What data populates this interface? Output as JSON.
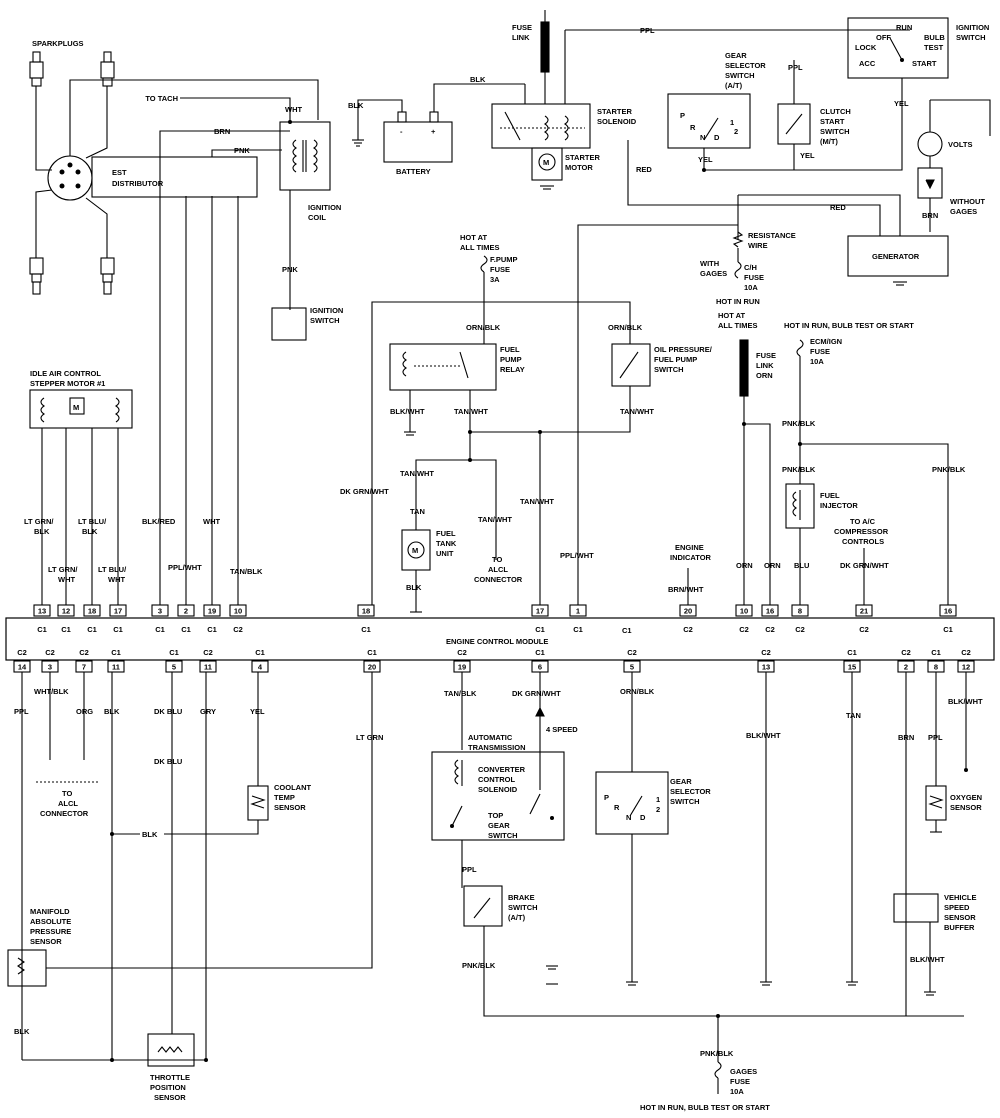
{
  "labels": {
    "sparkplugs": "SPARKPLUGS",
    "to_tach": "TO TACH",
    "wht": "WHT",
    "brn": "BRN",
    "pnk": "PNK",
    "est1": "EST",
    "est2": "DISTRIBUTOR",
    "ign_coil1": "IGNITION",
    "ign_coil2": "COIL",
    "ign_sw_l1": "IGNITION",
    "ign_sw_l2": "SWITCH",
    "blk": "BLK",
    "battery": "BATTERY",
    "fuse_link1": "FUSE",
    "fuse_link2": "LINK",
    "starter_sol1": "STARTER",
    "starter_sol2": "SOLENOID",
    "starter_motor1": "STARTER",
    "starter_motor2": "MOTOR",
    "ppl": "PPL",
    "gear_sel1": "GEAR",
    "gear_sel2": "SELECTOR",
    "gear_sel3": "SWITCH",
    "gear_sel4": "(A/T)",
    "clutch1": "CLUTCH",
    "clutch2": "START",
    "clutch3": "SWITCH",
    "clutch4": "(M/T)",
    "ign_switch1": "IGNITION",
    "ign_switch2": "SWITCH",
    "sw_off": "OFF",
    "sw_run": "RUN",
    "sw_bulb": "BULB",
    "sw_test": "TEST",
    "sw_lock": "LOCK",
    "sw_acc": "ACC",
    "sw_start": "START",
    "yel": "YEL",
    "red": "RED",
    "volts": "VOLTS",
    "without1": "WITHOUT",
    "without2": "GAGES",
    "generator": "GENERATOR",
    "hot_all1": "HOT AT",
    "hot_all2": "ALL TIMES",
    "fpump1": "F.PUMP",
    "fpump2": "FUSE",
    "fpump3": "3A",
    "resist1": "RESISTANCE",
    "resist2": "WIRE",
    "with1": "WITH",
    "with2": "GAGES",
    "ch1": "C/H",
    "ch2": "FUSE",
    "ch3": "10A",
    "hot_run": "HOT IN RUN",
    "orn_blk": "ORN/BLK",
    "fp_relay1": "FUEL",
    "fp_relay2": "PUMP",
    "fp_relay3": "RELAY",
    "oilp1": "OIL PRESSURE/",
    "oilp2": "FUEL PUMP",
    "oilp3": "SWITCH",
    "blk_wht": "BLK/WHT",
    "tan_wht": "TAN/WHT",
    "hot_at2_1": "HOT AT",
    "hot_at2_2": "ALL TIMES",
    "fl1": "FUSE",
    "fl2": "LINK",
    "fl3": "ORN",
    "hot_run_bulb": "HOT IN RUN, BULB TEST OR START",
    "ecm_fuse1": "ECM/IGN",
    "ecm_fuse2": "FUSE",
    "ecm_fuse3": "10A",
    "pnk_blk": "PNK/BLK",
    "iac1": "IDLE AIR CONTROL",
    "iac2": "STEPPER MOTOR #1",
    "dk_grn_wht": "DK GRN/WHT",
    "tan": "TAN",
    "fuel_tank1": "FUEL",
    "fuel_tank2": "TANK",
    "fuel_tank3": "UNIT",
    "to_alcl_1": "TO",
    "to_alcl_2": "ALCL",
    "to_alcl_3": "CONNECTOR",
    "fuel_inj1": "FUEL",
    "fuel_inj2": "INJECTOR",
    "ac1": "TO A/C",
    "ac2": "COMPRESSOR",
    "ac3": "CONTROLS",
    "eng_ind1": "ENGINE",
    "eng_ind2": "INDICATOR",
    "brn_wht": "BRN/WHT",
    "ppl_wht": "PPL/WHT",
    "orn": "ORN",
    "blu": "BLU",
    "lt_grn_blk1": "LT GRN/",
    "lt_grn_blk2": "BLK",
    "lt_grn_wht1": "LT GRN/",
    "lt_grn_wht2": "WHT",
    "lt_blu_blk1": "LT BLU/",
    "lt_blu_blk2": "BLK",
    "lt_blu_wht1": "LT BLU/",
    "lt_blu_wht2": "WHT",
    "blk_red": "BLK/RED",
    "tan_blk": "TAN/BLK",
    "ecm": "ENGINE CONTROL MODULE",
    "wht_blk": "WHT/BLK",
    "org": "ORG",
    "dk_blu": "DK BLU",
    "gry": "GRY",
    "lt_grn": "LT GRN",
    "four_speed": "4 SPEED",
    "auto_trans1": "AUTOMATIC",
    "auto_trans2": "TRANSMISSION",
    "ccs1": "CONVERTER",
    "ccs2": "CONTROL",
    "ccs3": "SOLENOID",
    "topgear1": "TOP",
    "topgear2": "GEAR",
    "topgear3": "SWITCH",
    "gsel2_1": "GEAR",
    "gsel2_2": "SELECTOR",
    "gsel2_3": "SWITCH",
    "coolant1": "COOLANT",
    "coolant2": "TEMP",
    "coolant3": "SENSOR",
    "oxy1": "OXYGEN",
    "oxy2": "SENSOR",
    "map1": "MANIFOLD",
    "map2": "ABSOLUTE",
    "map3": "PRESSURE",
    "map4": "SENSOR",
    "brake1": "BRAKE",
    "brake2": "SWITCH",
    "brake3": "(A/T)",
    "vss1": "VEHICLE",
    "vss2": "SPEED",
    "vss3": "SENSOR",
    "vss4": "BUFFER",
    "tps1": "THROTTLE",
    "tps2": "POSITION",
    "tps3": "SENSOR",
    "gages1": "GAGES",
    "gages2": "FUSE",
    "gages3": "10A",
    "bottom_hot": "HOT IN RUN, BULB TEST OR START",
    "P": "P",
    "R": "R",
    "N": "N",
    "D": "D",
    "one": "1",
    "two": "2",
    "M": "M",
    "minus": "-",
    "plus": "+"
  },
  "ecm_top": [
    {
      "pin": "13",
      "conn": "C1"
    },
    {
      "pin": "12",
      "conn": "C1"
    },
    {
      "pin": "18",
      "conn": "C1"
    },
    {
      "pin": "17",
      "conn": "C1"
    },
    {
      "pin": "3",
      "conn": "C1"
    },
    {
      "pin": "2",
      "conn": "C1"
    },
    {
      "pin": "19",
      "conn": "C1"
    },
    {
      "pin": "10",
      "conn": "C2"
    },
    {
      "pin": "18",
      "conn": "C1"
    },
    {
      "pin": "17",
      "conn": "C1"
    },
    {
      "pin": "1",
      "conn": "C1"
    },
    {
      "pin": "20",
      "conn": "C2"
    },
    {
      "pin": "10",
      "conn": "C2"
    },
    {
      "pin": "16",
      "conn": "C2"
    },
    {
      "pin": "8",
      "conn": "C2"
    },
    {
      "pin": "21",
      "conn": "C2"
    },
    {
      "pin": "16",
      "conn": "C1"
    }
  ],
  "ecm_bottom": [
    {
      "pin": "14",
      "conn": "C2"
    },
    {
      "pin": "3",
      "conn": "C2"
    },
    {
      "pin": "7",
      "conn": "C2"
    },
    {
      "pin": "11",
      "conn": "C1"
    },
    {
      "pin": "5",
      "conn": "C1"
    },
    {
      "pin": "11",
      "conn": "C2"
    },
    {
      "pin": "4",
      "conn": "C1"
    },
    {
      "pin": "20",
      "conn": "C1"
    },
    {
      "pin": "19",
      "conn": "C2"
    },
    {
      "pin": "6",
      "conn": "C1"
    },
    {
      "pin": "5",
      "conn": "C2"
    },
    {
      "pin": "13",
      "conn": "C2"
    },
    {
      "pin": "15",
      "conn": "C1"
    },
    {
      "pin": "2",
      "conn": "C2"
    },
    {
      "pin": "8",
      "conn": "C1"
    },
    {
      "pin": "12",
      "conn": "C2"
    }
  ],
  "ecm_mid_c1": "C1",
  "ecm_mid_c2": "C2"
}
